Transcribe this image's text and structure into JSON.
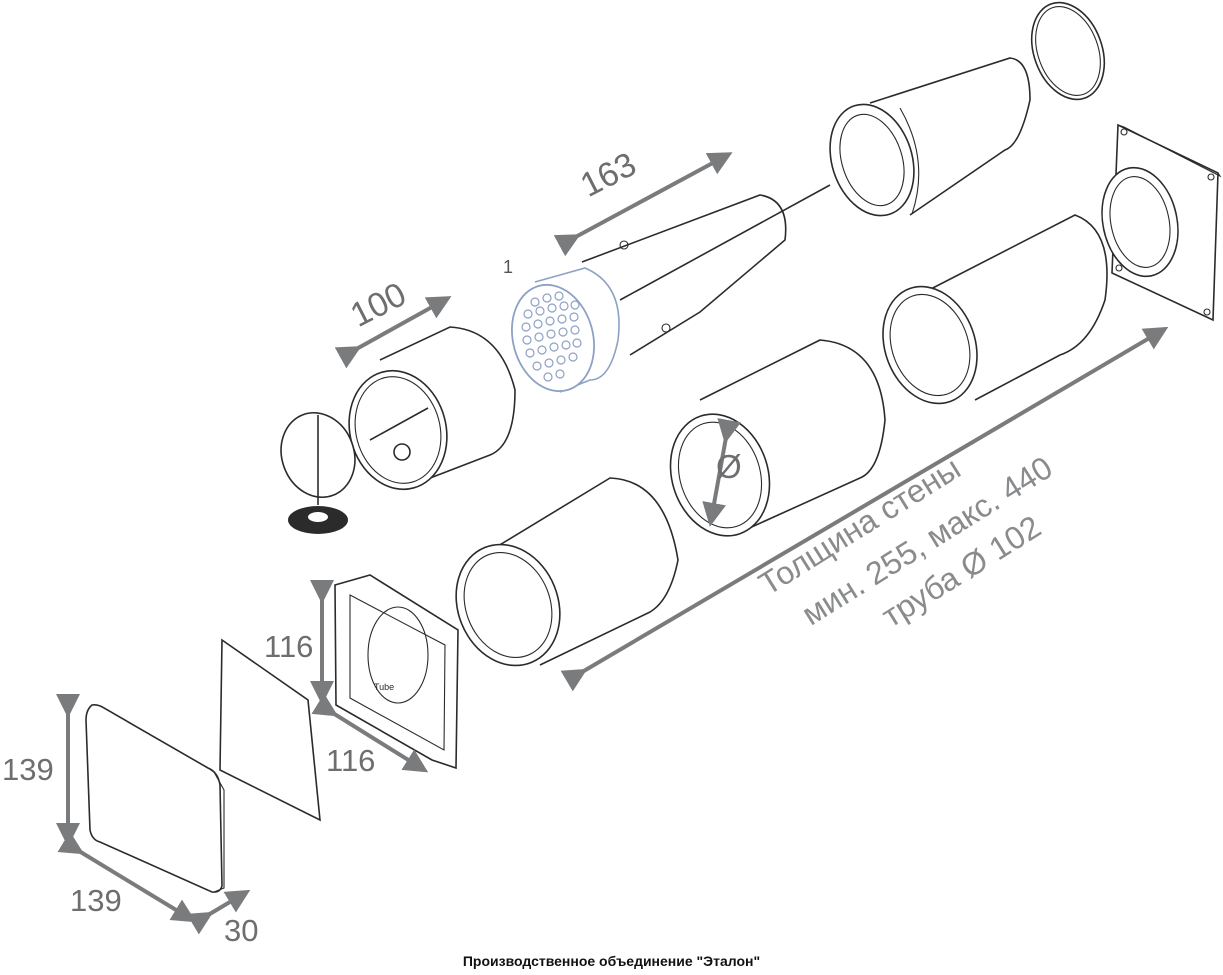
{
  "dimensions": {
    "filter_length": "163",
    "filter_number": "1",
    "cartridge_length": "100",
    "frame_height": "116",
    "frame_width": "116",
    "cover_height": "139",
    "cover_width": "139",
    "cover_depth": "30",
    "pipe_diameter_symbol": "Ø"
  },
  "wall_note": {
    "line1": "Толщина стены",
    "line2": "мин. 255, макс. 440",
    "line3": "труба Ø 102"
  },
  "footer": "Производственное объединение \"Эталон\"",
  "colors": {
    "line": "#2b2b2b",
    "dimension": "#7a7b7d",
    "text": "#6d6e70"
  }
}
